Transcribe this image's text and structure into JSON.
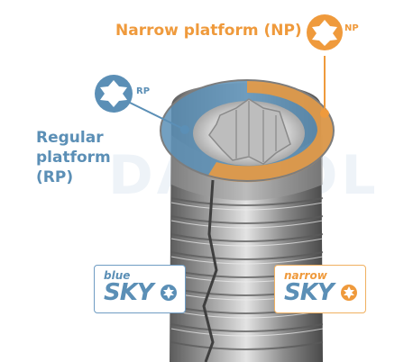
{
  "labels": {
    "narrow_platform": "Narrow platform (NP)",
    "regular_platform_line1": "Regular platform",
    "regular_platform_line2": "(RP)",
    "badge_rp": "RP",
    "badge_np": "NP"
  },
  "logos": {
    "blue_top": "blue",
    "blue_main": "SKY",
    "narrow_top": "narrow",
    "narrow_main": "SKY"
  },
  "watermark": "DANTOL",
  "colors": {
    "orange": "#ef9a3c",
    "blue": "#5b8fb6",
    "metal_dark": "#6e6e6e",
    "metal_light": "#d7d7d7"
  }
}
